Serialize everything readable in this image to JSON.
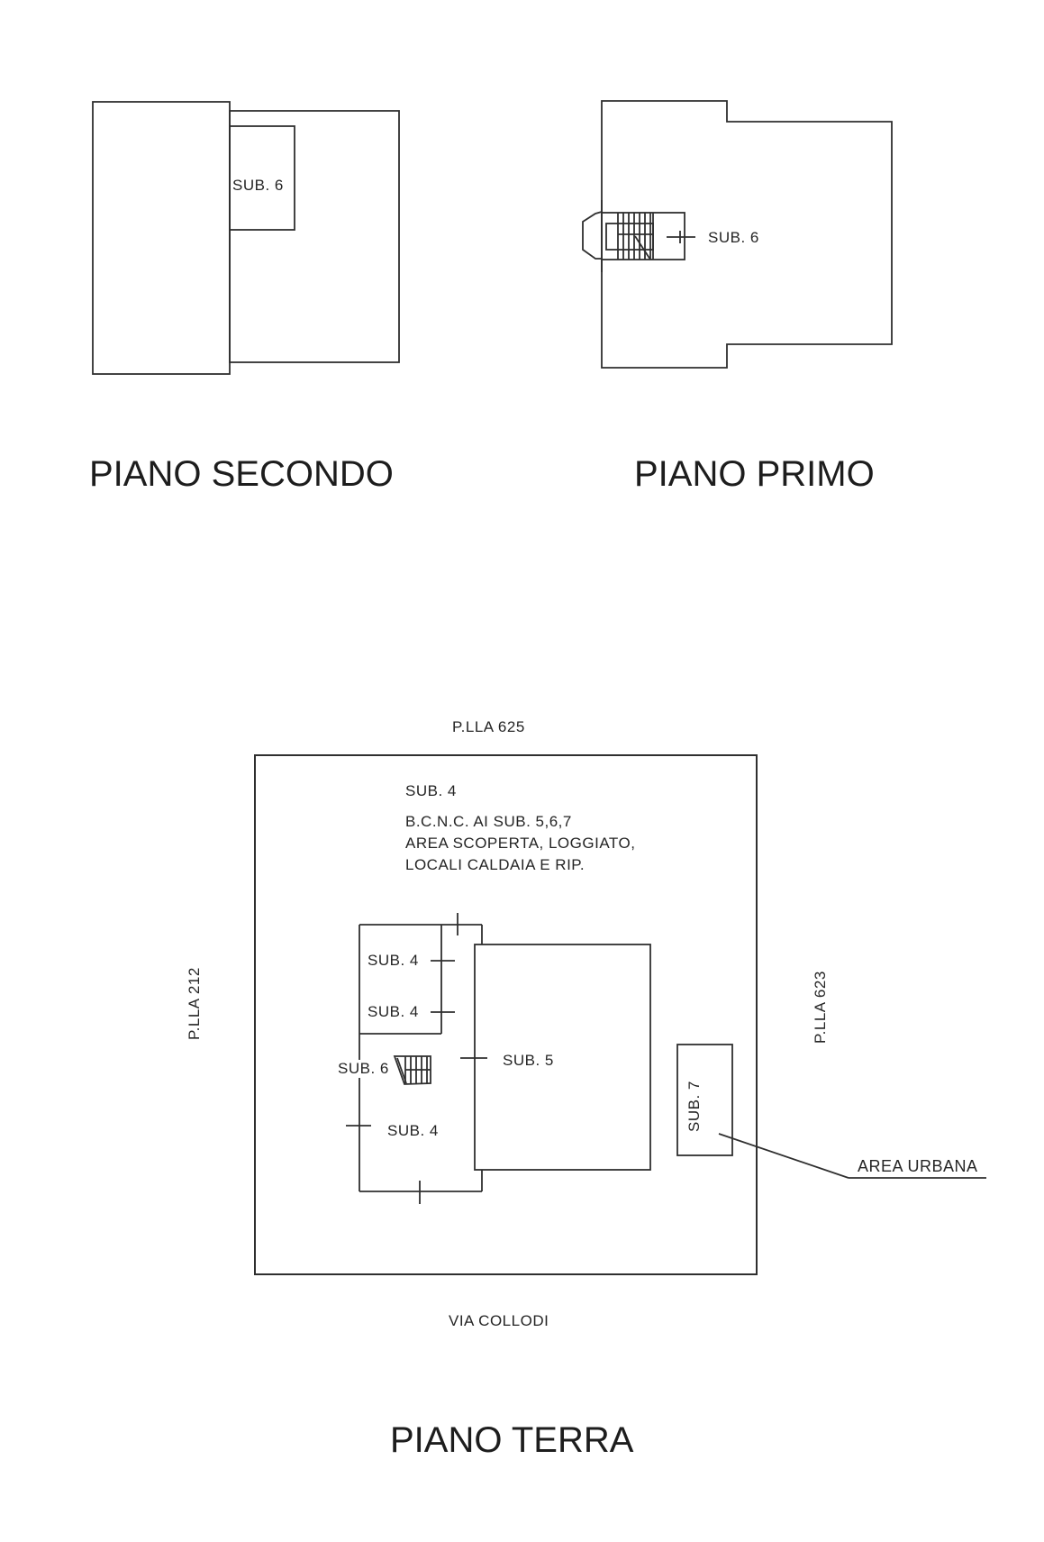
{
  "document": {
    "background": "#ffffff",
    "ink": "#2f2f2f"
  },
  "piano_secondo": {
    "title": "PIANO SECONDO",
    "sub6": "SUB. 6"
  },
  "piano_primo": {
    "title": "PIANO PRIMO",
    "sub6": "SUB. 6"
  },
  "piano_terra": {
    "title": "PIANO TERRA",
    "parcel_top": "P.LLA 625",
    "parcel_left": "P.LLA 212",
    "parcel_right": "P.LLA 623",
    "street": "VIA COLLODI",
    "area_urbana": "AREA URBANA",
    "note_sub4": "SUB. 4",
    "note_lines": [
      "B.C.N.C. AI SUB. 5,6,7",
      "AREA SCOPERTA, LOGGIATO,",
      "LOCALI CALDAIA E RIP."
    ],
    "room_sub4_upper": "SUB. 4",
    "room_sub4_lower": "SUB. 4",
    "room_sub4_big": "SUB. 4",
    "room_sub5": "SUB. 5",
    "room_sub6": "SUB. 6",
    "room_sub7": "SUB. 7"
  }
}
